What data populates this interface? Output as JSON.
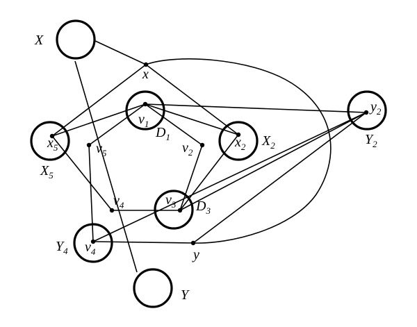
{
  "diagram": {
    "labels": {
      "X": {
        "main": "X",
        "sub": ""
      },
      "Y": {
        "main": "Y",
        "sub": ""
      },
      "x": {
        "main": "x",
        "sub": ""
      },
      "y": {
        "main": "y",
        "sub": ""
      },
      "v1": {
        "main": "v",
        "sub": "1"
      },
      "v2": {
        "main": "v",
        "sub": "2"
      },
      "v3": {
        "main": "v",
        "sub": "3"
      },
      "v4_inner": {
        "main": "v",
        "sub": "4"
      },
      "v5": {
        "main": "v",
        "sub": "5"
      },
      "v4_outer": {
        "main": "v",
        "sub": "4"
      },
      "x2": {
        "main": "x",
        "sub": "2"
      },
      "x5": {
        "main": "x",
        "sub": "5"
      },
      "y2": {
        "main": "y",
        "sub": "2"
      },
      "D1": {
        "main": "D",
        "sub": "1"
      },
      "D3": {
        "main": "D",
        "sub": "3"
      },
      "X2": {
        "main": "X",
        "sub": "2"
      },
      "X5": {
        "main": "X",
        "sub": "5"
      },
      "Y2": {
        "main": "Y",
        "sub": "2"
      },
      "Y4": {
        "main": "Y",
        "sub": "4"
      }
    }
  }
}
